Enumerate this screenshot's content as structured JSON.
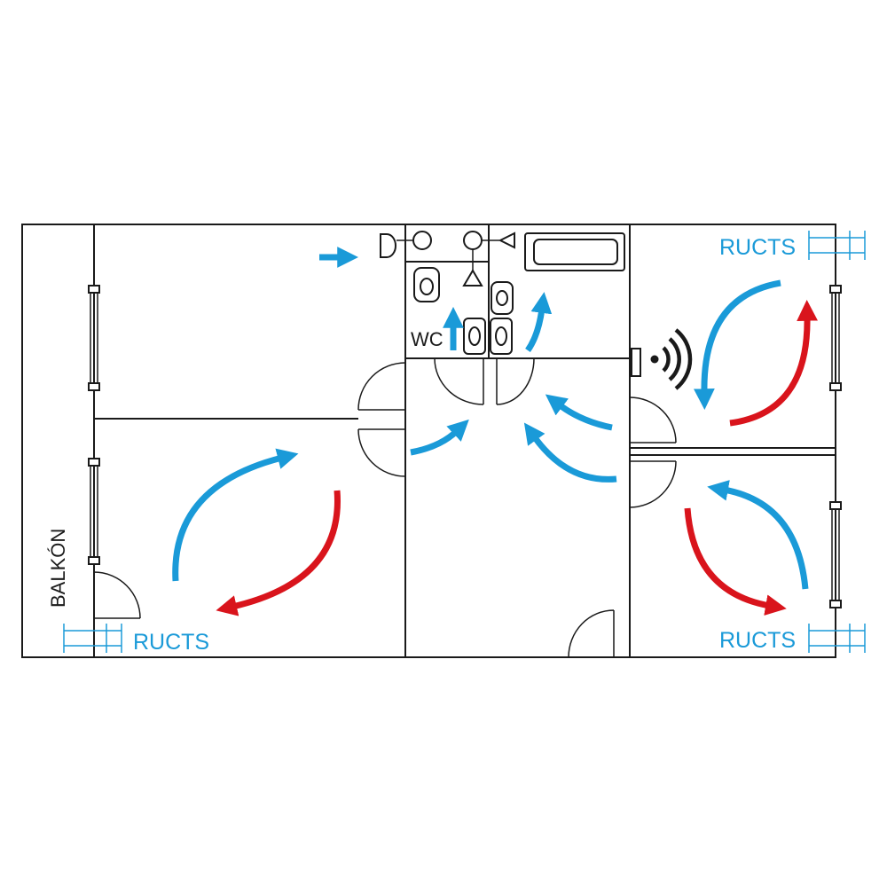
{
  "labels": {
    "ructs_top_right": "RUCTS",
    "ructs_bottom_right": "RUCTS",
    "ructs_bottom_left": "RUCTS",
    "balkon": "BALKÓN",
    "wc": "WC"
  },
  "colors": {
    "wall": "#1a1a1a",
    "supply_arrow": "#1a9ad8",
    "exhaust_arrow": "#d9141c",
    "unit_label": "#1a9ad8"
  },
  "icons": {
    "wireless_signal": "wireless-signal-icon",
    "unit": "ructs-unit-icon"
  }
}
